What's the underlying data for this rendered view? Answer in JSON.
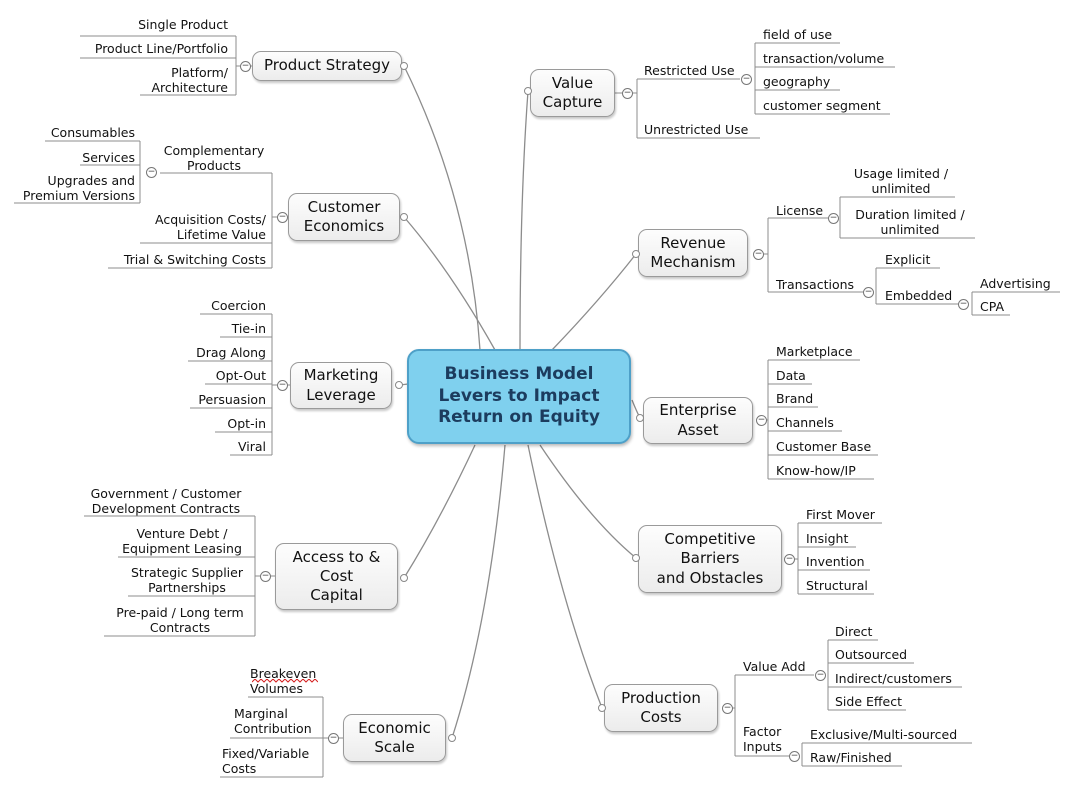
{
  "center": "Business Model\nLevers to Impact\nReturn on Equity",
  "branches": {
    "product_strategy": {
      "label": "Product Strategy",
      "children": [
        "Single Product",
        "Product Line/Portfolio",
        "Platform/\nArchitecture"
      ]
    },
    "customer_economics": {
      "label": "Customer\nEconomics",
      "complementary": {
        "label": "Complementary\nProducts",
        "children": [
          "Consumables",
          "Services",
          "Upgrades and\nPremium Versions"
        ]
      },
      "children": [
        "Acquisition Costs/\nLifetime Value",
        "Trial & Switching Costs"
      ]
    },
    "marketing_leverage": {
      "label": "Marketing\nLeverage",
      "children": [
        "Coercion",
        "Tie-in",
        "Drag Along",
        "Opt-Out",
        "Persuasion",
        "Opt-in",
        "Viral"
      ]
    },
    "access_capital": {
      "label": "Access to &\nCost\nCapital",
      "children": [
        "Government / Customer\nDevelopment Contracts",
        "Venture Debt /\nEquipment Leasing",
        "Strategic Supplier\nPartnerships",
        "Pre-paid / Long term\nContracts"
      ]
    },
    "economic_scale": {
      "label": "Economic\nScale",
      "children": [
        "Breakeven\nVolumes",
        "Marginal\nContribution",
        "Fixed/Variable\nCosts"
      ]
    },
    "value_capture": {
      "label": "Value\nCapture",
      "restricted": {
        "label": "Restricted Use",
        "children": [
          "field of use",
          "transaction/volume",
          "geography",
          "customer segment"
        ]
      },
      "unrestricted": "Unrestricted Use"
    },
    "revenue_mechanism": {
      "label": "Revenue\nMechanism",
      "license": {
        "label": "License",
        "children": [
          "Usage limited /\nunlimited",
          "Duration limited /\nunlimited"
        ]
      },
      "transactions": {
        "label": "Transactions",
        "explicit": "Explicit",
        "embedded": {
          "label": "Embedded",
          "children": [
            "Advertising",
            "CPA"
          ]
        }
      }
    },
    "enterprise_asset": {
      "label": "Enterprise\nAsset",
      "children": [
        "Marketplace",
        "Data",
        "Brand",
        "Channels",
        "Customer Base",
        "Know-how/IP"
      ]
    },
    "competitive_barriers": {
      "label": "Competitive\nBarriers\nand Obstacles",
      "children": [
        "First Mover",
        "Insight",
        "Invention",
        "Structural"
      ]
    },
    "production_costs": {
      "label": "Production\nCosts",
      "value_add": {
        "label": "Value Add",
        "children": [
          "Direct",
          "Outsourced",
          "Indirect/customers",
          "Side Effect"
        ]
      },
      "factor_inputs": {
        "label": "Factor\nInputs",
        "children": [
          "Exclusive/Multi-sourced",
          "Raw/Finished"
        ]
      }
    }
  },
  "colors": {
    "center_fill": "#7fd0ee",
    "center_border": "#4ea0c8",
    "center_text": "#1c3c5e",
    "line": "#8c8c8c",
    "spellcheck": "#d42020"
  }
}
